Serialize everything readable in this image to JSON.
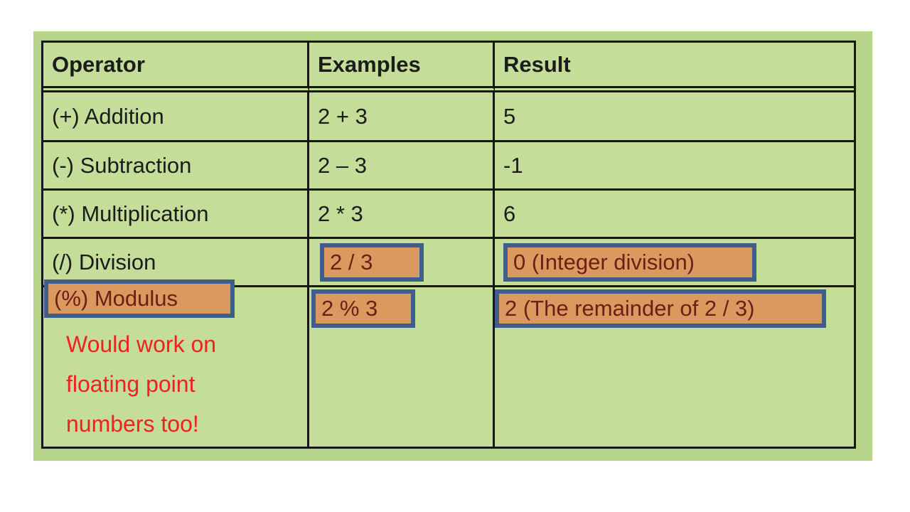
{
  "slide": {
    "background_color": "#ffffff",
    "panel_color": "#b7d48b",
    "cell_color": "#c4dd98",
    "grid_line_color": "#161616"
  },
  "highlight_style": {
    "fill_color": "#d9995f",
    "border_color": "#3f5e8c",
    "text_color": "#6f1d15"
  },
  "table": {
    "headers": [
      "Operator",
      "Examples",
      "Result"
    ],
    "rows": [
      {
        "operator": "(+) Addition",
        "example": "2 + 3",
        "result": "5"
      },
      {
        "operator": "(-) Subtraction",
        "example": "2 – 3",
        "result": "-1"
      },
      {
        "operator": "(*) Multiplication",
        "example": "2 * 3",
        "result": "6"
      },
      {
        "operator": "(/) Division",
        "example": "2 / 3",
        "result": "0 (Integer division)",
        "example_highlighted": true,
        "result_highlighted": true
      },
      {
        "operator": "(%) Modulus",
        "example": "2 % 3",
        "result": "2 (The remainder of 2 / 3)",
        "operator_highlighted": true,
        "example_highlighted": true,
        "result_highlighted": true
      }
    ]
  },
  "note": {
    "text": "Would work on floating point numbers too!",
    "color": "#ee2222",
    "lines": [
      "Would work on",
      "floating point",
      "numbers too!"
    ]
  }
}
